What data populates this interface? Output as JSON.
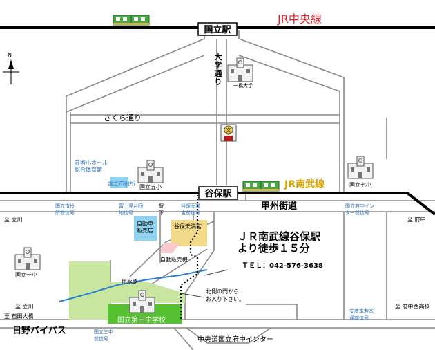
{
  "stations": {
    "kunitachi": "国立駅",
    "yaho": "谷保駅"
  },
  "rail_lines": {
    "chuo": "JR中央線",
    "nambu": "JR南武線"
  },
  "roads": {
    "daigaku_dori": "大学通り",
    "sakura_dori": "さくら通り",
    "koshu_kaido": "甲州街道",
    "hino_bypass": "日野バイパス",
    "expressway_ic": "中央道国立府中インター"
  },
  "compass": {
    "north": "N"
  },
  "places": {
    "hitotsubashi": "一橋大学",
    "geijutsu_hall_line1": "芸術小ホール",
    "geijutsu_hall_line2": "総合体育館",
    "city_office": "国立市役所",
    "kunitachi5": "国立五小",
    "kunitachi7": "国立七小",
    "kunitachi1": "国立一小",
    "tenmangu": "谷保天満宮",
    "car_dealer_line1": "自動車",
    "car_dealer_line2": "販売店",
    "car_dealer2": "自動販売機",
    "school": "国立第三中学校",
    "yosuiro": "用水路"
  },
  "signals": {
    "shiyakusho_line1": "国立市役",
    "shiyakusho_line2": "所前信号",
    "fujimidai_line1": "富士見台団",
    "fujimidai_line2": "地信号",
    "ekishita_line1": "駅",
    "ekishita_line2": "下",
    "tenmangu_line1": "谷保天満",
    "tenmangu_line2": "宮前信号",
    "inter_line1": "国立府中イン",
    "inter_line2": "ター前信号",
    "sanchu_line1": "国立三中",
    "sanchu_line2": "前信号",
    "yasaka_line1": "安産本若本",
    "yasaka_line2": "通前信号"
  },
  "directions": {
    "tachikawa_left": "至 立川",
    "fuchu_right": "至 府中",
    "tachikawa_bottom": "至 立川",
    "ishida_bridge": "至 石田大橋",
    "fuchu_nishi": "至 府中西高校"
  },
  "access": {
    "line1": "ＪＲ南武線谷保駅",
    "line2": "より徒歩１５分",
    "tel": "ＴＥＬ：042-576-3638"
  },
  "note": {
    "line1": "北側の門から",
    "line2": "お入り下さい。"
  },
  "colors": {
    "road": "#888888",
    "rail": "#000000",
    "chuo_label": "#e0202a",
    "nambu_label": "#d7a400",
    "green": "#c8e6a0",
    "school_green": "#55c031",
    "pink_area": "#f7c9c9",
    "tenmangu_area": "#f3d98a",
    "cyan": "#8fd3ee",
    "blue_label": "#2d6fb8",
    "river": "#2b7fd0"
  }
}
